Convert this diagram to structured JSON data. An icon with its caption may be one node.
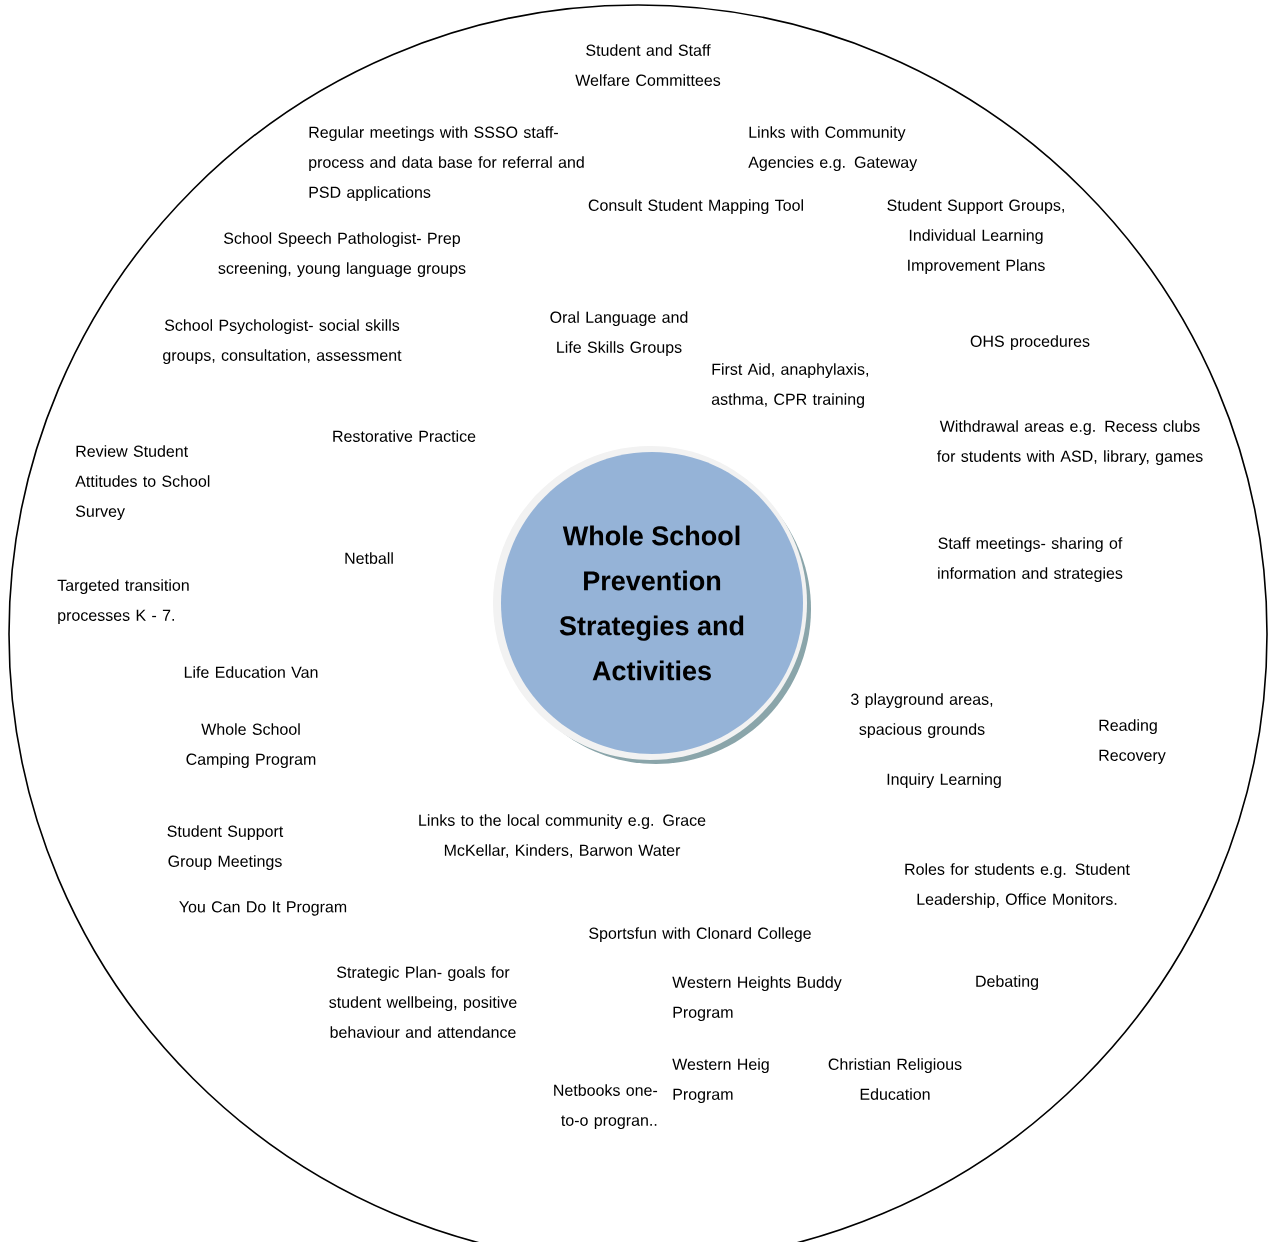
{
  "diagram": {
    "nodes": [
      {
        "text": [
          "Whole School Prevention Strategies and Activities"
        ]
      }
    ],
    "labels": [
      "Student and Staff Welfare Committees",
      "Regular meetings with SSSO staff- process and data base for referral and PSD applications",
      "Links with Community Agencies e.g. Gateway",
      "Consult Student Mapping Tool",
      "Student Support Groups, Individual Learning Improvement Plans",
      "School Speech Pathologist- Prep screening, young language groups",
      "School Psychologist- social skills groups, consultation, assessment",
      "Oral Language and Life Skills Groups",
      "OHS procedures",
      "First Aid, anaphylaxis, asthma, CPR training",
      "Restorative Practice",
      "Withdrawal areas e.g. Recess clubs for students with ASD, library, games",
      "Review Student Attitudes to School Survey",
      "Staff meetings- sharing of information and strategies",
      "Netball",
      "Targeted transition processes K - 7.",
      "Life Education Van",
      "3 playground areas, spacious grounds",
      "Reading Recovery",
      "Whole School Camping Program",
      "Inquiry Learning",
      "Links to the local community e.g. Grace McKellar, Kinders, Barwon Water",
      "Student Support Group Meetings",
      "Roles for students e.g. Student Leadership, Office Monitors.",
      "You Can Do It Program",
      "Sportsfun with Clonard College",
      "Strategic Plan- goals for student wellbeing, positive behaviour and attendance",
      "Western Heights Buddy Program",
      "Debating",
      "Western Heig Program",
      "Christian Religious Education",
      "Netbooks one-to-o progran.."
    ]
  }
}
